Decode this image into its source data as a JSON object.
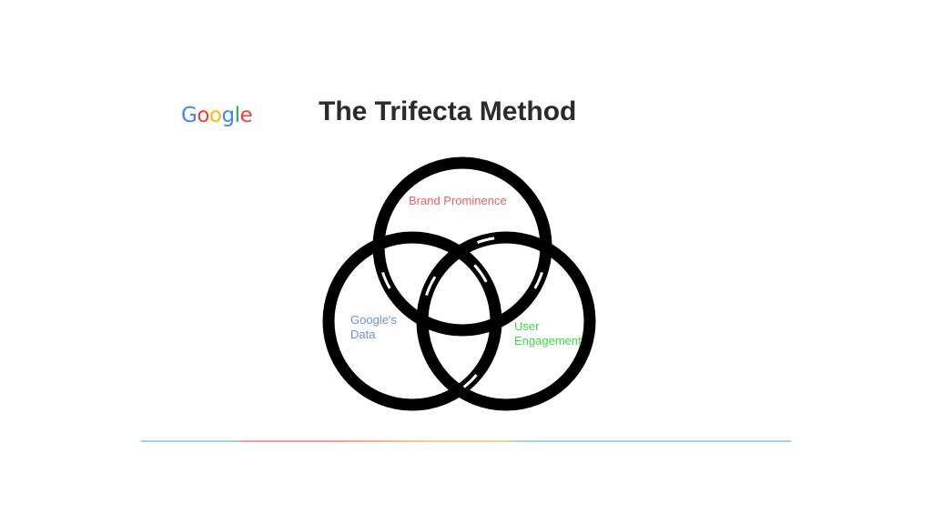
{
  "logo": {
    "letters": [
      {
        "char": "G",
        "color": "#4285F4"
      },
      {
        "char": "o",
        "color": "#EA4335"
      },
      {
        "char": "o",
        "color": "#FBBC05"
      },
      {
        "char": "g",
        "color": "#4285F4"
      },
      {
        "char": "l",
        "color": "#34A853"
      },
      {
        "char": "e",
        "color": "#EA4335"
      }
    ]
  },
  "title": "The Trifecta Method",
  "diagram": {
    "ring_color": "#000000",
    "circles": [
      {
        "name": "brand-prominence",
        "label": "Brand Prominence",
        "color": "#E8625A"
      },
      {
        "name": "googles-data",
        "label_lines": [
          "Google's",
          "Data"
        ],
        "color": "#6F8FD4"
      },
      {
        "name": "user-engagement",
        "label_lines": [
          "User",
          "Engagement"
        ],
        "color": "#3DDB3D"
      }
    ]
  },
  "bottom_rule": {
    "colors": [
      "#9FD0F0",
      "#F0A09A",
      "#F6D58A",
      "#9FD0F0"
    ]
  }
}
